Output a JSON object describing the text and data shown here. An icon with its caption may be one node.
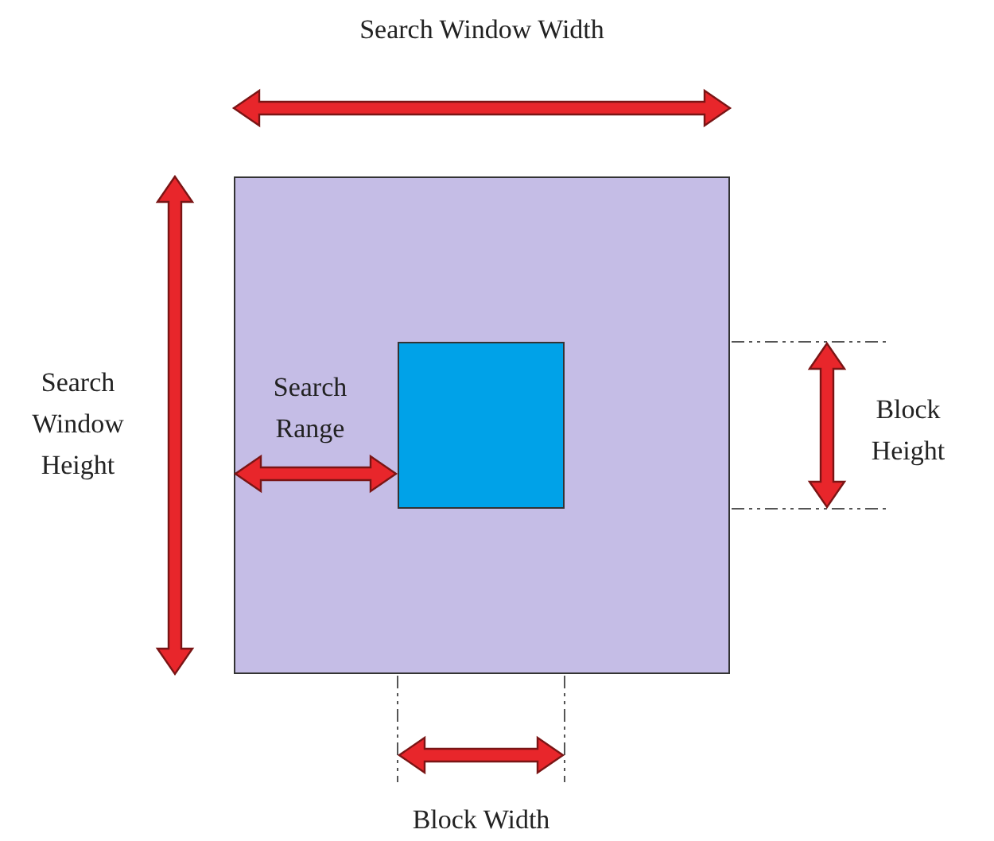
{
  "diagram": {
    "nodes": [
      {
        "text": [],
        "shape": "box"
      },
      {
        "text": [],
        "shape": "box",
        "in": 0
      }
    ],
    "labels": [
      "Search Window Width",
      "Search Window Height",
      "Search Range",
      "Block Height",
      "Block Width"
    ]
  }
}
